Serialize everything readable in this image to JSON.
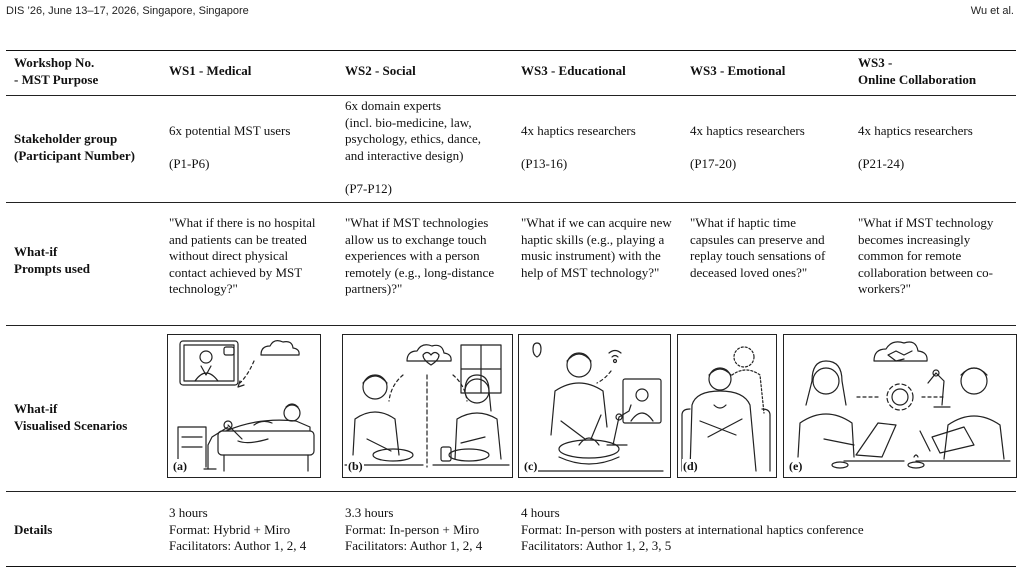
{
  "header": {
    "venue": "DIS ’26, June 13–17, 2026, Singapore, Singapore",
    "authors": "Wu et al."
  },
  "table": {
    "row_headers": {
      "workshop": "Workshop No.\n- MST Purpose",
      "stakeholder": "Stakeholder group\n(Participant Number)",
      "prompts": "What-if\nPrompts used",
      "scenarios": "What-if\nVisualised Scenarios",
      "details": "Details"
    },
    "columns": [
      {
        "title": "WS1 - Medical",
        "stakeholder": "6x potential MST users\n\n(P1-P6)",
        "prompt": "\"What if there is no hospital and patients can be treated without direct physical contact achieved by MST technology?\"",
        "image_label": "(a)",
        "details": "3 hours\nFormat: Hybrid + Miro\nFacilitators: Author 1, 2, 4"
      },
      {
        "title": "WS2 - Social",
        "stakeholder": "6x domain experts\n(incl. bio-medicine, law,\npsychology, ethics, dance,\nand interactive design)\n\n(P7-P12)",
        "prompt": "\"What if MST technologies allow us to exchange touch experiences with a person remotely (e.g., long-distance partners)?\"",
        "image_label": "(b)",
        "details": "3.3 hours\nFormat: In-person + Miro\nFacilitators: Author 1, 2, 4"
      },
      {
        "title": "WS3 - Educational",
        "stakeholder": "4x haptics researchers\n\n(P13-16)",
        "prompt": "\"What if we can acquire new haptic skills (e.g., playing a music instrument) with the help of MST technology?\"",
        "image_label": "(c)",
        "details": "4 hours\nFormat: In-person with posters at international haptics conference\nFacilitators: Author 1, 2, 3, 5"
      },
      {
        "title": "WS3 - Emotional",
        "stakeholder": "4x haptics researchers\n\n(P17-20)",
        "prompt": "\"What if haptic time capsules can preserve and replay touch sensations of deceased loved ones?\"",
        "image_label": "(d)"
      },
      {
        "title": "WS3 -\nOnline Collaboration",
        "stakeholder": "4x haptics researchers\n\n(P21-24)",
        "prompt": "\"What if MST technology becomes increasingly common for remote collaboration between co-workers?\"",
        "image_label": "(e)"
      }
    ]
  }
}
